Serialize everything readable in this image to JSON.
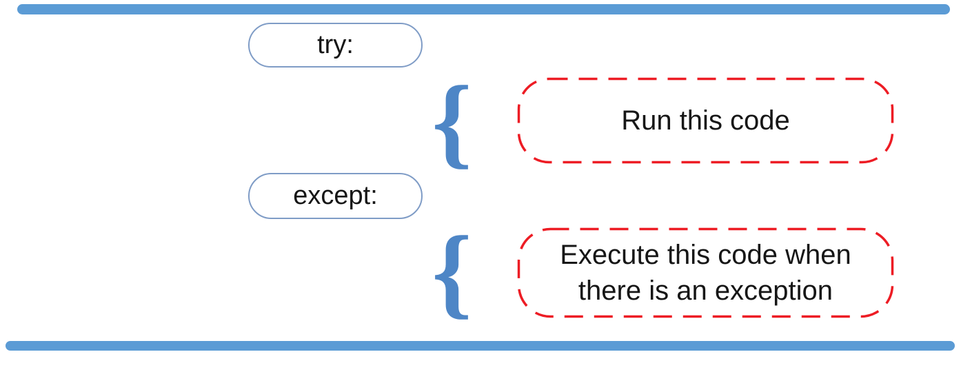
{
  "colors": {
    "bar-blue": "#5B9BD5",
    "brace-blue": "#4E86C6",
    "pill-border": "#7F9CC6",
    "dash-red": "#ED1C24",
    "text": "#161616",
    "background": "#FFFFFF"
  },
  "diagram": {
    "try_label": "try:",
    "except_label": "except:",
    "try_annotation": "Run this code",
    "except_annotation": "Execute this code when\nthere is an exception"
  },
  "icons": {
    "brace_glyph": "{"
  }
}
